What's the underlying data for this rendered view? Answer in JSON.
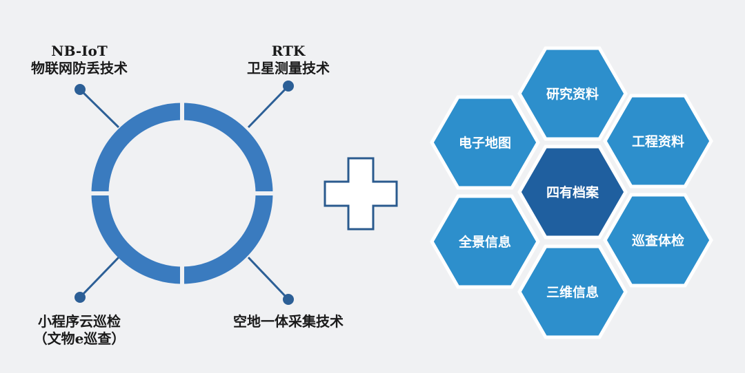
{
  "tech_labels": {
    "top_left": {
      "line1": "NB-IoT",
      "line2": "物联网防丢技术"
    },
    "top_right": {
      "line1": "RTK",
      "line2": "卫星测量技术"
    },
    "bottom_left": {
      "line1": "小程序云巡检",
      "line2": "（文物e巡查）"
    },
    "bottom_right": {
      "line1": "空地一体采集技术"
    }
  },
  "honeycomb": {
    "center": "四有档案",
    "cells": {
      "top": "研究资料",
      "upper_left": "电子地图",
      "upper_right": "工程资料",
      "lower_left": "全景信息",
      "lower_right": "巡查体检",
      "bottom": "三维信息"
    }
  },
  "colors": {
    "ring": "#3a7bbf",
    "connector": "#2c5f96",
    "plus_outline": "#2a5a8e",
    "hex_fill": "#2d8fcc",
    "hex_center_fill": "#1f5f9f",
    "hex_border": "#ffffff",
    "background": "#f0f1f3"
  }
}
